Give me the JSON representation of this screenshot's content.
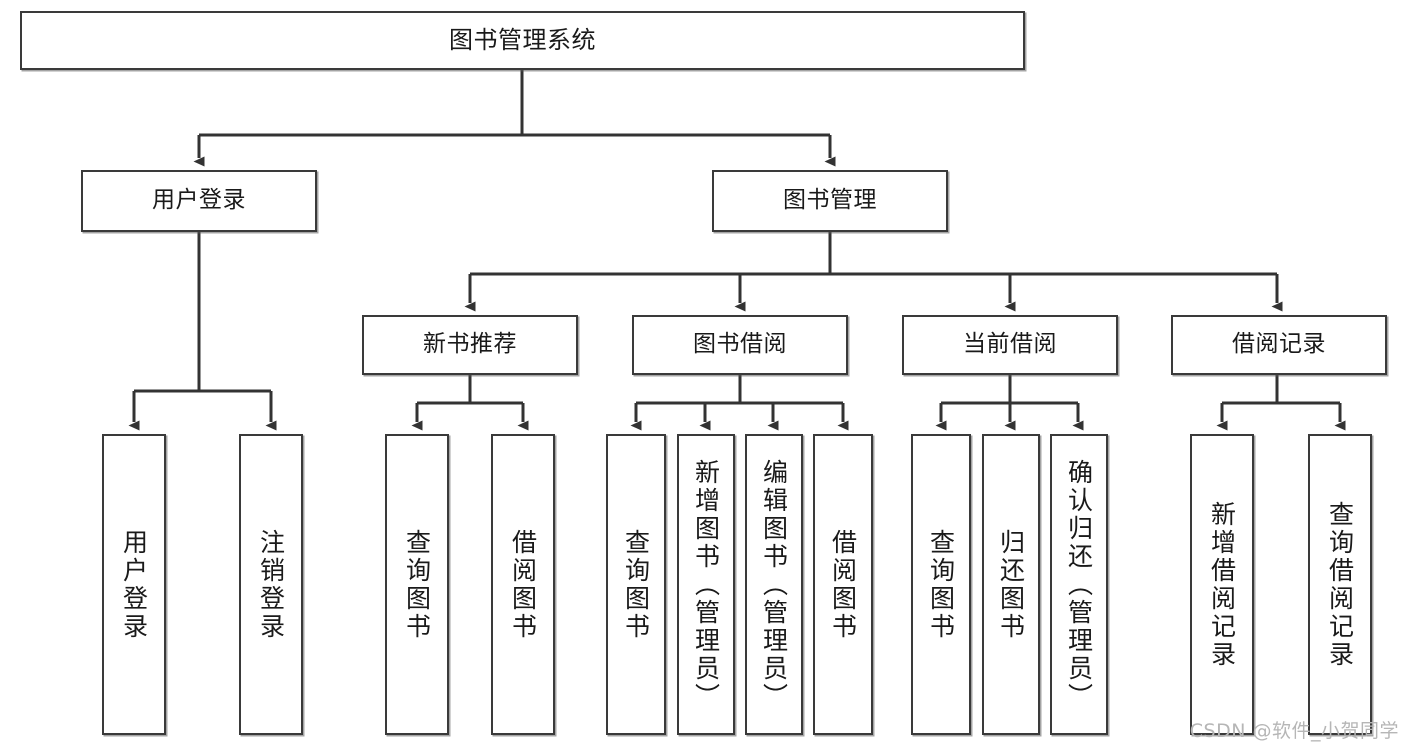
{
  "diagram": {
    "title": "图书管理系统",
    "watermark": "CSDN @软件_小贺同学",
    "line_color": "#333333",
    "box_border_color": "#3a3a3a",
    "box_fill_color": "#ffffff",
    "text_color": "#1a1a1a",
    "watermark_color": "#b6b6b6"
  },
  "nodes": {
    "root": {
      "label": "图书管理系统"
    },
    "level1": [
      {
        "label": "用户登录"
      },
      {
        "label": "图书管理"
      }
    ],
    "level2": [
      {
        "label": "新书推荐"
      },
      {
        "label": "图书借阅"
      },
      {
        "label": "当前借阅"
      },
      {
        "label": "借阅记录"
      }
    ],
    "leaves": {
      "user_login": [
        {
          "label": "用户登录"
        },
        {
          "label": "注销登录"
        }
      ],
      "new_book_recommend": [
        {
          "label": "查询图书"
        },
        {
          "label": "借阅图书"
        }
      ],
      "book_borrow": [
        {
          "label": "查询图书"
        },
        {
          "label": "新增图书（管理员）"
        },
        {
          "label": "编辑图书（管理员）"
        },
        {
          "label": "借阅图书"
        }
      ],
      "current_borrow": [
        {
          "label": "查询图书"
        },
        {
          "label": "归还图书"
        },
        {
          "label": "确认归还（管理员）"
        }
      ],
      "borrow_record": [
        {
          "label": "新增借阅记录"
        },
        {
          "label": "查询借阅记录"
        }
      ]
    }
  }
}
